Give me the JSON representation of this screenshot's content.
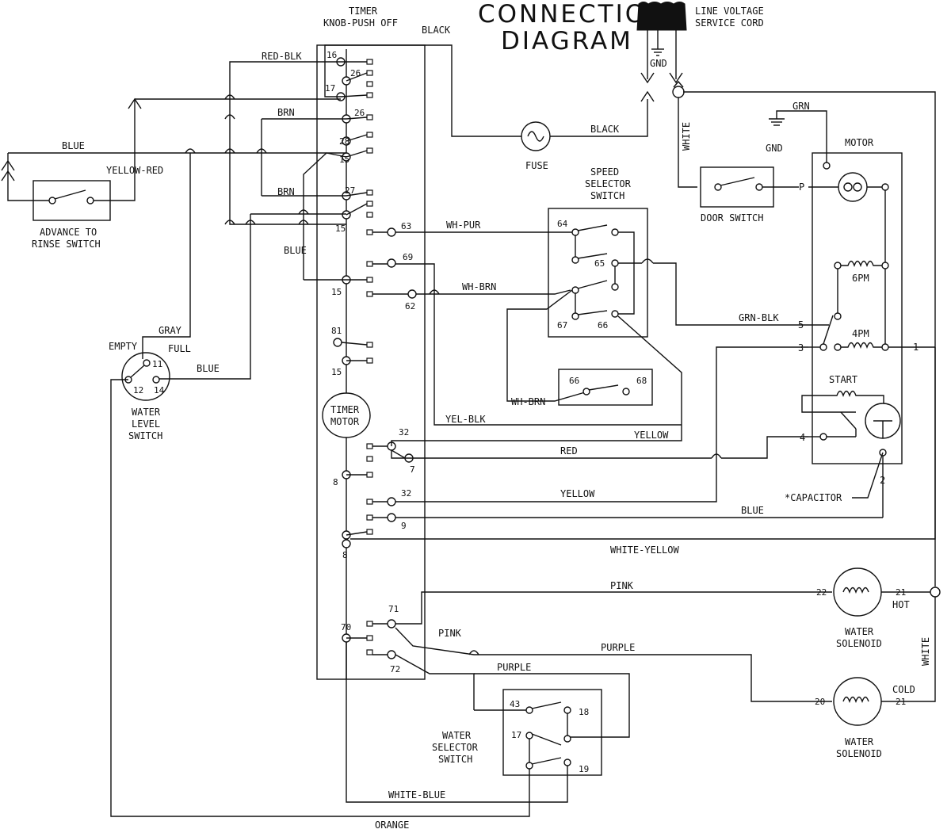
{
  "title": [
    "CONNECTION",
    "DIAGRAM"
  ],
  "cord": {
    "label1": "LINE VOLTAGE",
    "label2": "SERVICE CORD",
    "gnd": "GND"
  },
  "timer": {
    "label1": "TIMER",
    "label2": "KNOB-PUSH OFF",
    "motor1": "TIMER",
    "motor2": "MOTOR"
  },
  "wires": {
    "black_top": "BLACK",
    "black_fuse": "BLACK",
    "red_blk": "RED-BLK",
    "blue_left": "BLUE",
    "yellow_red": "YELLOW-RED",
    "brn1": "BRN",
    "brn2": "BRN",
    "blue_mid": "BLUE",
    "gray": "GRAY",
    "blue_wl": "BLUE",
    "wh_pur": "WH-PUR",
    "wh_brn": "WH-BRN",
    "wh_brn2": "WH-BRN",
    "yel_blk": "YEL-BLK",
    "yellow1": "YELLOW",
    "red": "RED",
    "yellow2": "YELLOW",
    "blue_cap": "BLUE",
    "white_yellow": "WHITE-YELLOW",
    "pink1": "PINK",
    "pink2": "PINK",
    "purple1": "PURPLE",
    "purple2": "PURPLE",
    "white_blue": "WHITE-BLUE",
    "orange": "ORANGE",
    "white_cord": "WHITE",
    "white_right": "WHITE",
    "grn": "GRN",
    "grn_blk": "GRN-BLK",
    "gnd_motor": "GND"
  },
  "components": {
    "fuse": "FUSE",
    "speed1": "SPEED",
    "speed2": "SELECTOR",
    "speed3": "SWITCH",
    "door": "DOOR SWITCH",
    "motor": "MOTOR",
    "p": "P",
    "pm6": "6PM",
    "pm4": "4PM",
    "start": "START",
    "capacitor": "*CAPACITOR",
    "adv1": "ADVANCE TO",
    "adv2": "RINSE SWITCH",
    "empty": "EMPTY",
    "full": "FULL",
    "wl1": "WATER",
    "wl2": "LEVEL",
    "wl3": "SWITCH",
    "ws1": "WATER",
    "ws2": "SELECTOR",
    "ws3": "SWITCH",
    "sol_hot1": "WATER",
    "sol_hot2": "SOLENOID",
    "hot": "HOT",
    "sol_cold1": "WATER",
    "sol_cold2": "SOLENOID",
    "cold": "COLD"
  },
  "terminals": {
    "t16": "16",
    "t26a": "26",
    "t17": "17",
    "t26b": "26",
    "t28": "28",
    "t15a": "15",
    "t27": "27",
    "t15b": "15",
    "t63": "63",
    "t69": "69",
    "t15c": "15",
    "t62": "62",
    "t81": "81",
    "t15d": "15",
    "t32a": "32",
    "t7": "7",
    "t8a": "8",
    "t32b": "32",
    "t9": "9",
    "t8b": "8",
    "t71": "71",
    "t70": "70",
    "t72": "72",
    "s64": "64",
    "s65": "65",
    "s67": "67",
    "s66": "66",
    "s66b": "66",
    "s68": "68",
    "w43": "43",
    "w18": "18",
    "w17": "17",
    "w19": "19",
    "m5": "5",
    "m3": "3",
    "m4": "4",
    "m1": "1",
    "m2": "2",
    "l11": "11",
    "l12": "12",
    "l14": "14",
    "h22": "22",
    "h21": "21",
    "c20": "20",
    "c21": "21"
  }
}
